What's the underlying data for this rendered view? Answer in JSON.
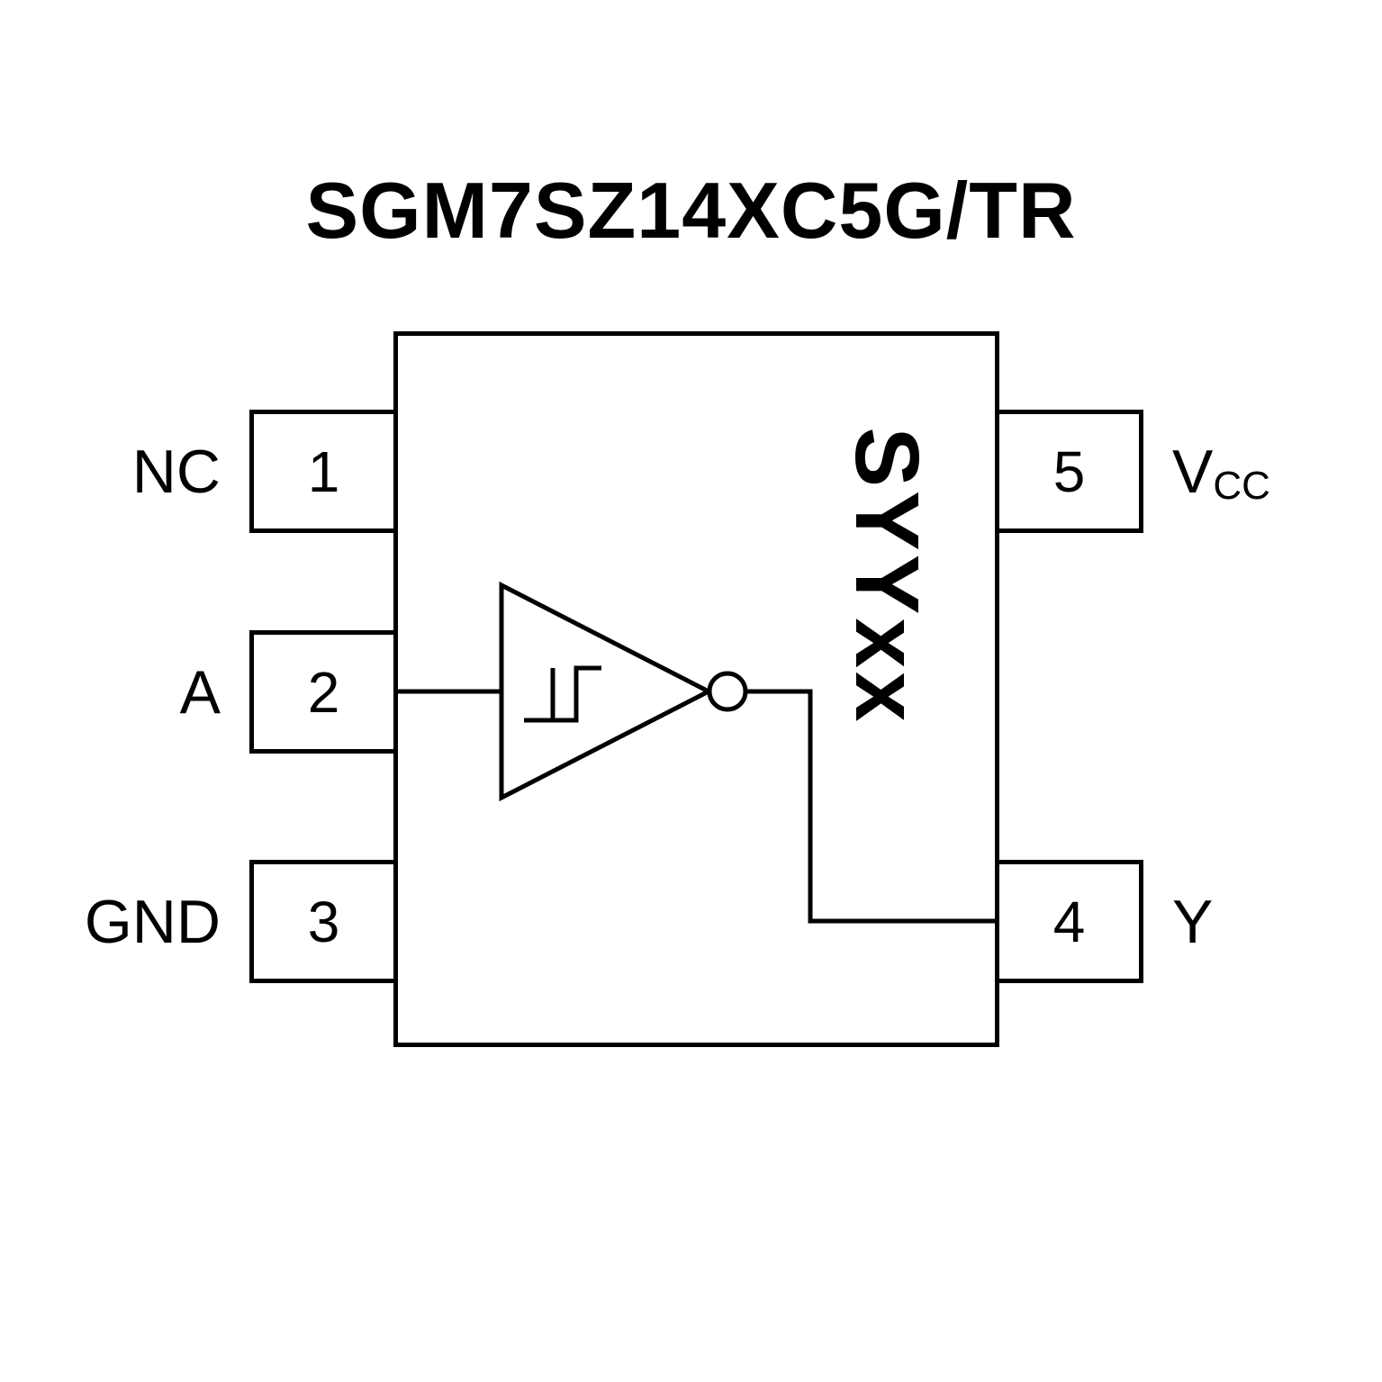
{
  "title": "SGM7SZ14XC5G/TR",
  "chip": {
    "marking": "SYYxx",
    "gate_type": "schmitt-trigger-inverter"
  },
  "pins": {
    "left": [
      {
        "number": "1",
        "label": "NC"
      },
      {
        "number": "2",
        "label": "A"
      },
      {
        "number": "3",
        "label": "GND"
      }
    ],
    "right": [
      {
        "number": "5",
        "label_main": "V",
        "label_sub": "CC"
      },
      {
        "number": "4",
        "label_main": "Y",
        "label_sub": ""
      }
    ]
  },
  "colors": {
    "line": "#000000",
    "background": "#ffffff"
  }
}
